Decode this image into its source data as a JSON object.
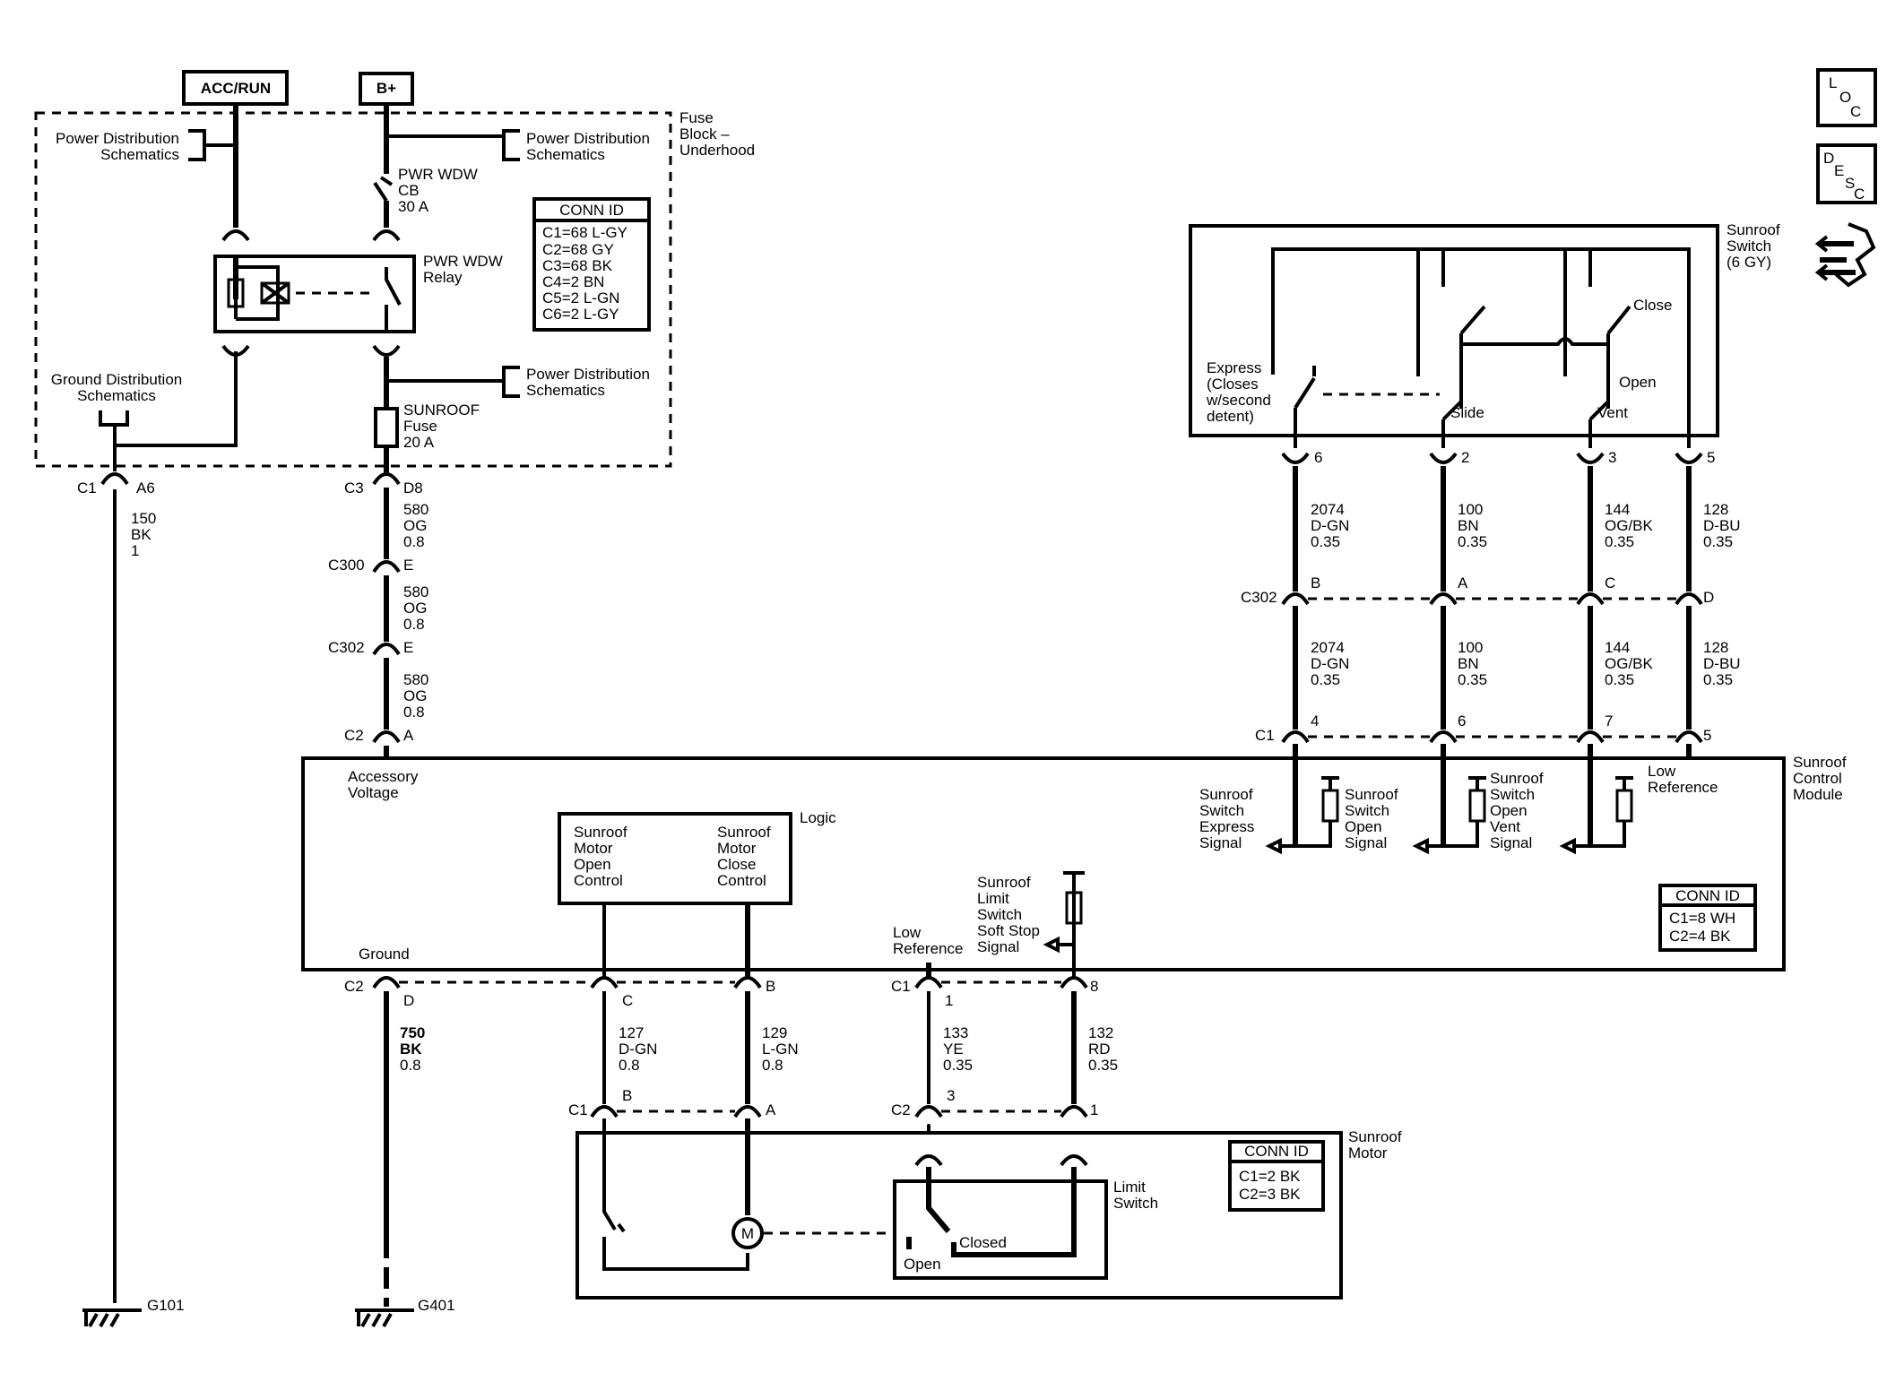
{
  "sources": {
    "acc_run": "ACC/RUN",
    "b_plus": "B+"
  },
  "fuse_block": {
    "title": [
      "Fuse",
      "Block –",
      "Underhood"
    ]
  },
  "refs": {
    "power_dist": [
      "Power Distribution",
      "Schematics"
    ],
    "ground_dist": [
      "Ground Distribution",
      "Schematics"
    ]
  },
  "components": {
    "cb": [
      "PWR WDW",
      "CB",
      "30 A"
    ],
    "relay": [
      "PWR WDW",
      "Relay"
    ],
    "fuse": [
      "SUNROOF",
      "Fuse",
      "20 A"
    ],
    "sunroof_switch": [
      "Sunroof",
      "Switch",
      "(6 GY)"
    ],
    "module": [
      "Sunroof",
      "Control",
      "Module"
    ],
    "motor": [
      "Sunroof",
      "Motor"
    ],
    "limit_switch": [
      "Limit",
      "Switch"
    ]
  },
  "conn_id_fuse": {
    "title": "CONN ID",
    "lines": [
      "C1=68 L-GY",
      "C2=68 GY",
      "C3=68 BK",
      "C4=2 BN",
      "C5=2 L-GN",
      "C6=2 L-GY"
    ]
  },
  "conn_id_module": {
    "title": "CONN ID",
    "lines": [
      "C1=8 WH",
      "C2=4 BK"
    ]
  },
  "conn_id_motor": {
    "title": "CONN ID",
    "lines": [
      "C1=2 BK",
      "C2=3 BK"
    ]
  },
  "switch_labels": {
    "express": [
      "Express",
      "(Closes",
      "w/second",
      "detent)"
    ],
    "slide": "Slide",
    "vent": "Vent",
    "close": "Close",
    "open": "Open"
  },
  "module_labels": {
    "accessory": [
      "Accessory",
      "Voltage"
    ],
    "ground": "Ground",
    "logic": "Logic",
    "logic_open": [
      "Sunroof",
      "Motor",
      "Open",
      "Control"
    ],
    "logic_close": [
      "Sunroof",
      "Motor",
      "Close",
      "Control"
    ],
    "low_ref": [
      "Low",
      "Reference"
    ],
    "low_ref_right": [
      "Low",
      "Reference"
    ],
    "limit_signal": [
      "Sunroof",
      "Limit",
      "Switch",
      "Soft Stop",
      "Signal"
    ],
    "express_signal": [
      "Sunroof",
      "Switch",
      "Express",
      "Signal"
    ],
    "open_signal": [
      "Sunroof",
      "Switch",
      "Open",
      "Signal"
    ],
    "vent_signal": [
      "Sunroof",
      "Switch",
      "Open",
      "Vent",
      "Signal"
    ]
  },
  "limit_labels": {
    "closed": "Closed",
    "open": "Open"
  },
  "connectors": {
    "c1": "C1",
    "a6": "A6",
    "c3": "C3",
    "d8": "D8",
    "c300": "C300",
    "e1": "E",
    "c302a": "C302",
    "e2": "E",
    "c2a": "C2",
    "a_c2": "A",
    "sw6": "6",
    "sw2": "2",
    "sw3": "3",
    "sw5": "5",
    "c302b": "C302",
    "pb": "B",
    "pa": "A",
    "pc": "C",
    "pd": "D",
    "c1b": "C1",
    "m4": "4",
    "m6": "6",
    "m7": "7",
    "m5": "5",
    "c2b": "C2",
    "pD": "D",
    "pC": "C",
    "pB": "B",
    "c1c": "C1",
    "p1": "1",
    "p8": "8",
    "c1d": "C1",
    "mB": "B",
    "mA": "A",
    "c2d": "C2",
    "m3": "3",
    "m1": "1"
  },
  "wires": {
    "w150": [
      "150",
      "BK",
      "1"
    ],
    "w580a": [
      "580",
      "OG",
      "0.8"
    ],
    "w580b": [
      "580",
      "OG",
      "0.8"
    ],
    "w580c": [
      "580",
      "OG",
      "0.8"
    ],
    "w2074a": [
      "2074",
      "D-GN",
      "0.35"
    ],
    "w100a": [
      "100",
      "BN",
      "0.35"
    ],
    "w144a": [
      "144",
      "OG/BK",
      "0.35"
    ],
    "w128a": [
      "128",
      "D-BU",
      "0.35"
    ],
    "w2074b": [
      "2074",
      "D-GN",
      "0.35"
    ],
    "w100b": [
      "100",
      "BN",
      "0.35"
    ],
    "w144b": [
      "144",
      "OG/BK",
      "0.35"
    ],
    "w128b": [
      "128",
      "D-BU",
      "0.35"
    ],
    "w750": [
      "750",
      "BK",
      "0.8"
    ],
    "w127": [
      "127",
      "D-GN",
      "0.8"
    ],
    "w129": [
      "129",
      "L-GN",
      "0.8"
    ],
    "w133": [
      "133",
      "YE",
      "0.35"
    ],
    "w132": [
      "132",
      "RD",
      "0.35"
    ]
  },
  "grounds": {
    "g101": "G101",
    "g401": "G401"
  },
  "nav_icons": {
    "loc": [
      "L",
      "O",
      "C"
    ],
    "desc": [
      "D",
      "E",
      "S",
      "C"
    ]
  }
}
